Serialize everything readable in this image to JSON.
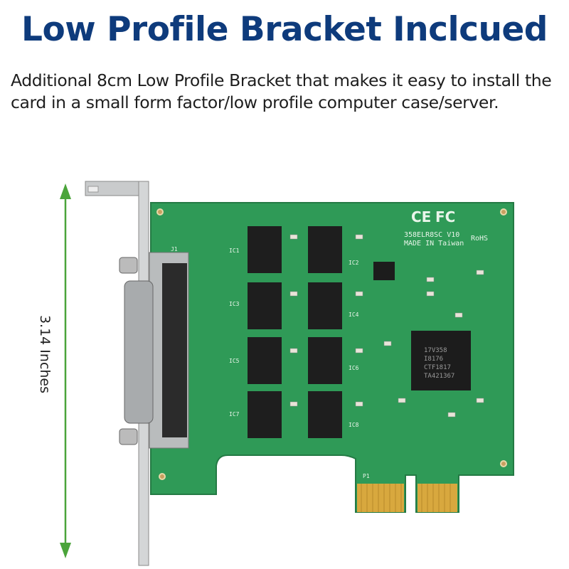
{
  "header": {
    "title": "Low Profile Bracket Inclcued",
    "description": "Additional 8cm Low Profile Bracket that makes it easy to install the card in a small form factor/low profile computer case/server."
  },
  "measurement": {
    "label": "3.14 Inches",
    "arrow_color": "#4aa43a"
  },
  "product": {
    "board_color": "#2f9a57",
    "board_markings": {
      "model": "358ELR8SC V10",
      "origin": "MADE IN Taiwan",
      "cert_ce": "CE",
      "cert_fcc": "FC",
      "rohs": "RoHS",
      "connector": "J1",
      "chip_line1": "17V358",
      "chip_line2": "I8176",
      "chip_line3": "CTF1817",
      "chip_line4": "TA421367",
      "ic_labels": [
        "IC1",
        "IC2",
        "IC3",
        "IC4",
        "IC5",
        "IC6",
        "IC7",
        "IC8"
      ],
      "edge_label": "P1"
    }
  }
}
